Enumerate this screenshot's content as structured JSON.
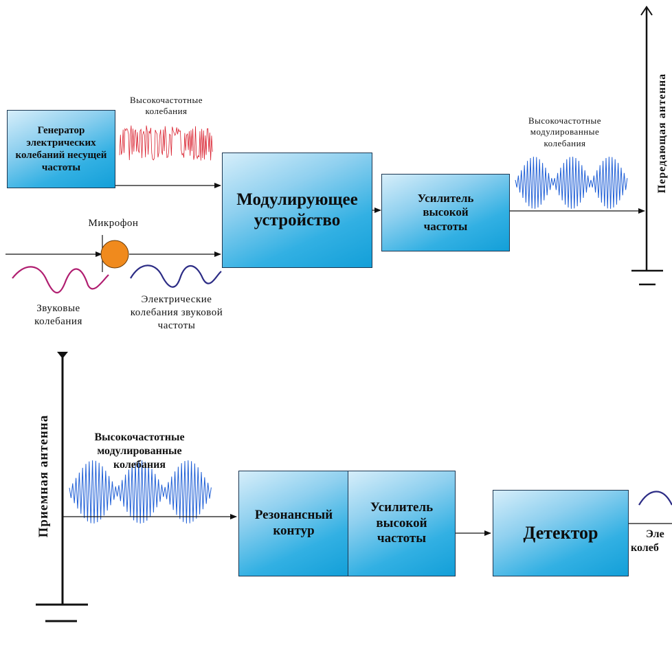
{
  "transmitter": {
    "generator_label": "Генератор электрических колебаний несущей частоты",
    "hf_label": "Высокочастотные колебания",
    "modulator_label": "Модулирующее устройство",
    "amplifier_label": "Усилитель высокой частоты",
    "modulated_label": "Высокочастотные модулированные колебания",
    "antenna_label": "Передающая антенна",
    "microphone_label": "Микрофон",
    "sound_label": "Звуковые колебания",
    "electric_label": "Электрические колебания звуковой частоты"
  },
  "receiver": {
    "antenna_label": "Приемная антенна",
    "modulated_label": "Высокочастотные модулированные колебания",
    "resonant_label": "Резонансный контур",
    "amplifier_label": "Усилитель высокой частоты",
    "detector_label": "Детектор",
    "output_label_line1": "Эле",
    "output_label_line2": "колеб"
  },
  "colors": {
    "hf_wave": "#d91f2d",
    "modulated_wave": "#1f5fd6",
    "sound_wave": "#b01e70",
    "electric_wave": "#2c2c85",
    "microphone": "#f08a1d",
    "line": "#111111"
  }
}
